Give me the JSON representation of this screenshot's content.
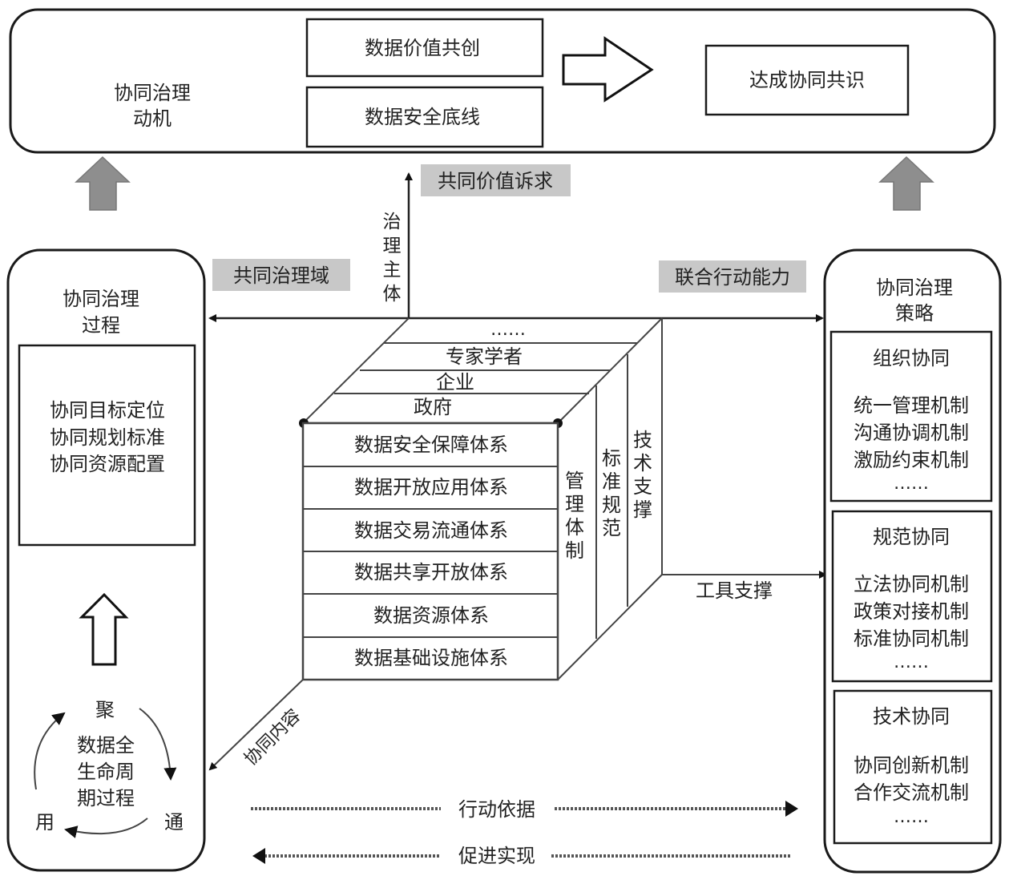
{
  "motivation": {
    "title_line1": "协同治理",
    "title_line2": "动机",
    "drivers": [
      "数据价值共创",
      "数据安全底线"
    ],
    "outcome": "达成协同共识"
  },
  "axes": {
    "vertical_label": "共同价值诉求",
    "vertical_axis_text": [
      "治",
      "理",
      "主",
      "体"
    ],
    "left_label": "共同治理域",
    "right_label": "联合行动能力",
    "bottom_right_label": "工具支撑",
    "diagonal_label": "协同内容"
  },
  "cube": {
    "top_layers": [
      "……",
      "专家学者",
      "企业",
      "政府"
    ],
    "front_layers": [
      "数据安全保障体系",
      "数据开放应用体系",
      "数据交易流通体系",
      "数据共享开放体系",
      "数据资源体系",
      "数据基础设施体系"
    ],
    "side_walls": [
      {
        "chars": [
          "管",
          "理",
          "体",
          "制"
        ]
      },
      {
        "chars": [
          "标",
          "准",
          "规",
          "范"
        ]
      },
      {
        "chars": [
          "技",
          "术",
          "支",
          "撑"
        ]
      }
    ]
  },
  "process": {
    "title_line1": "协同治理",
    "title_line2": "过程",
    "items": [
      "协同目标定位",
      "协同规划标准",
      "协同资源配置"
    ],
    "cycle": {
      "top": "聚",
      "right": "通",
      "left": "用",
      "center_lines": [
        "数据全",
        "生命周",
        "期过程"
      ]
    }
  },
  "strategy": {
    "title_line1": "协同治理",
    "title_line2": "策略",
    "groups": [
      {
        "title": "组织协同",
        "items": [
          "统一管理机制",
          "沟通协调机制",
          "激励约束机制",
          "……"
        ]
      },
      {
        "title": "规范协同",
        "items": [
          "立法协同机制",
          "政策对接机制",
          "标准协同机制",
          "……"
        ]
      },
      {
        "title": "技术协同",
        "items": [
          "协同创新机制",
          "合作交流机制",
          "……"
        ]
      }
    ]
  },
  "flows": {
    "forward": "行动依据",
    "backward": "促进实现"
  }
}
